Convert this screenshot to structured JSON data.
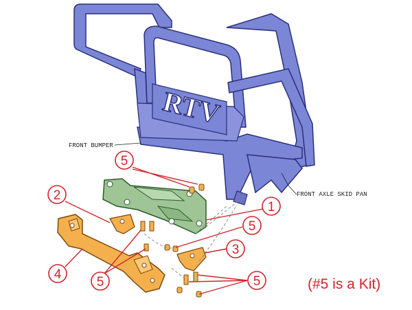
{
  "diagram": {
    "part_labels": {
      "front_bumper": "FRONT BUMPER",
      "front_axle_skid_pan": "FRONT AXLE SKID PAN",
      "bumper_logo": "RTV"
    },
    "callouts": {
      "c1": "1",
      "c2": "2",
      "c3": "3",
      "c4": "4",
      "c5_top": "5",
      "c5_right_upper": "5",
      "c5_bottom_left": "5",
      "c5_bottom_right": "5"
    },
    "note": "(#5 is a Kit)",
    "colors": {
      "bumper_blue": "#7c86d6",
      "bracket_green": "#9fc596",
      "mount_orange": "#f5b04e",
      "callout_red": "#d2232a"
    }
  }
}
